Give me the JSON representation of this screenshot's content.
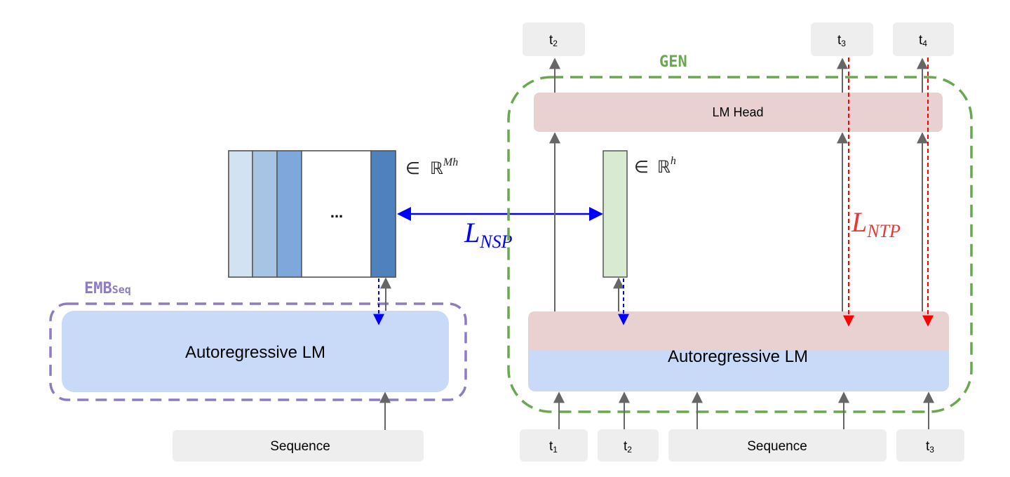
{
  "colors": {
    "embed_border": "#8e7cc3",
    "gen_border": "#6aa84f",
    "lm_blue": "#c9daf8",
    "lm_pink": "#ead1d1",
    "lm_head": "#ead1d1",
    "token_box": "#eeeeee",
    "hidden_vec": "#d9ead3",
    "emb_col_1": "#d3e2f1",
    "emb_col_2": "#a8c4e4",
    "emb_col_3": "#7ea8dc",
    "emb_col_last": "#4f81bd",
    "arrow_gray": "#666666",
    "arrow_blue": "#0000ff",
    "arrow_red": "#ff0000"
  },
  "embed_module": {
    "title_main": "EMB",
    "title_sub": "Seq",
    "lm_label": "Autoregressive LM",
    "input_label": "Sequence"
  },
  "embedding_matrix": {
    "ellipsis": "...",
    "membership": "∈",
    "space": "ℝ",
    "exponent": "Mh"
  },
  "nsp_loss": {
    "symbol": "L",
    "subscript": "NSP"
  },
  "gen_module": {
    "title": "GEN",
    "lm_head_label": "LM Head",
    "lm_label": "Autoregressive LM",
    "hidden_membership": "∈",
    "hidden_space": "ℝ",
    "hidden_exponent": "h",
    "ntp_symbol": "L",
    "ntp_subscript": "NTP"
  },
  "gen_outputs": [
    {
      "base": "t",
      "sub": "2"
    },
    {
      "base": "t",
      "sub": "3"
    },
    {
      "base": "t",
      "sub": "4"
    }
  ],
  "gen_inputs": [
    {
      "base": "t",
      "sub": "1"
    },
    {
      "base": "t",
      "sub": "2"
    },
    {
      "label": "Sequence"
    },
    {
      "base": "t",
      "sub": "3"
    }
  ]
}
